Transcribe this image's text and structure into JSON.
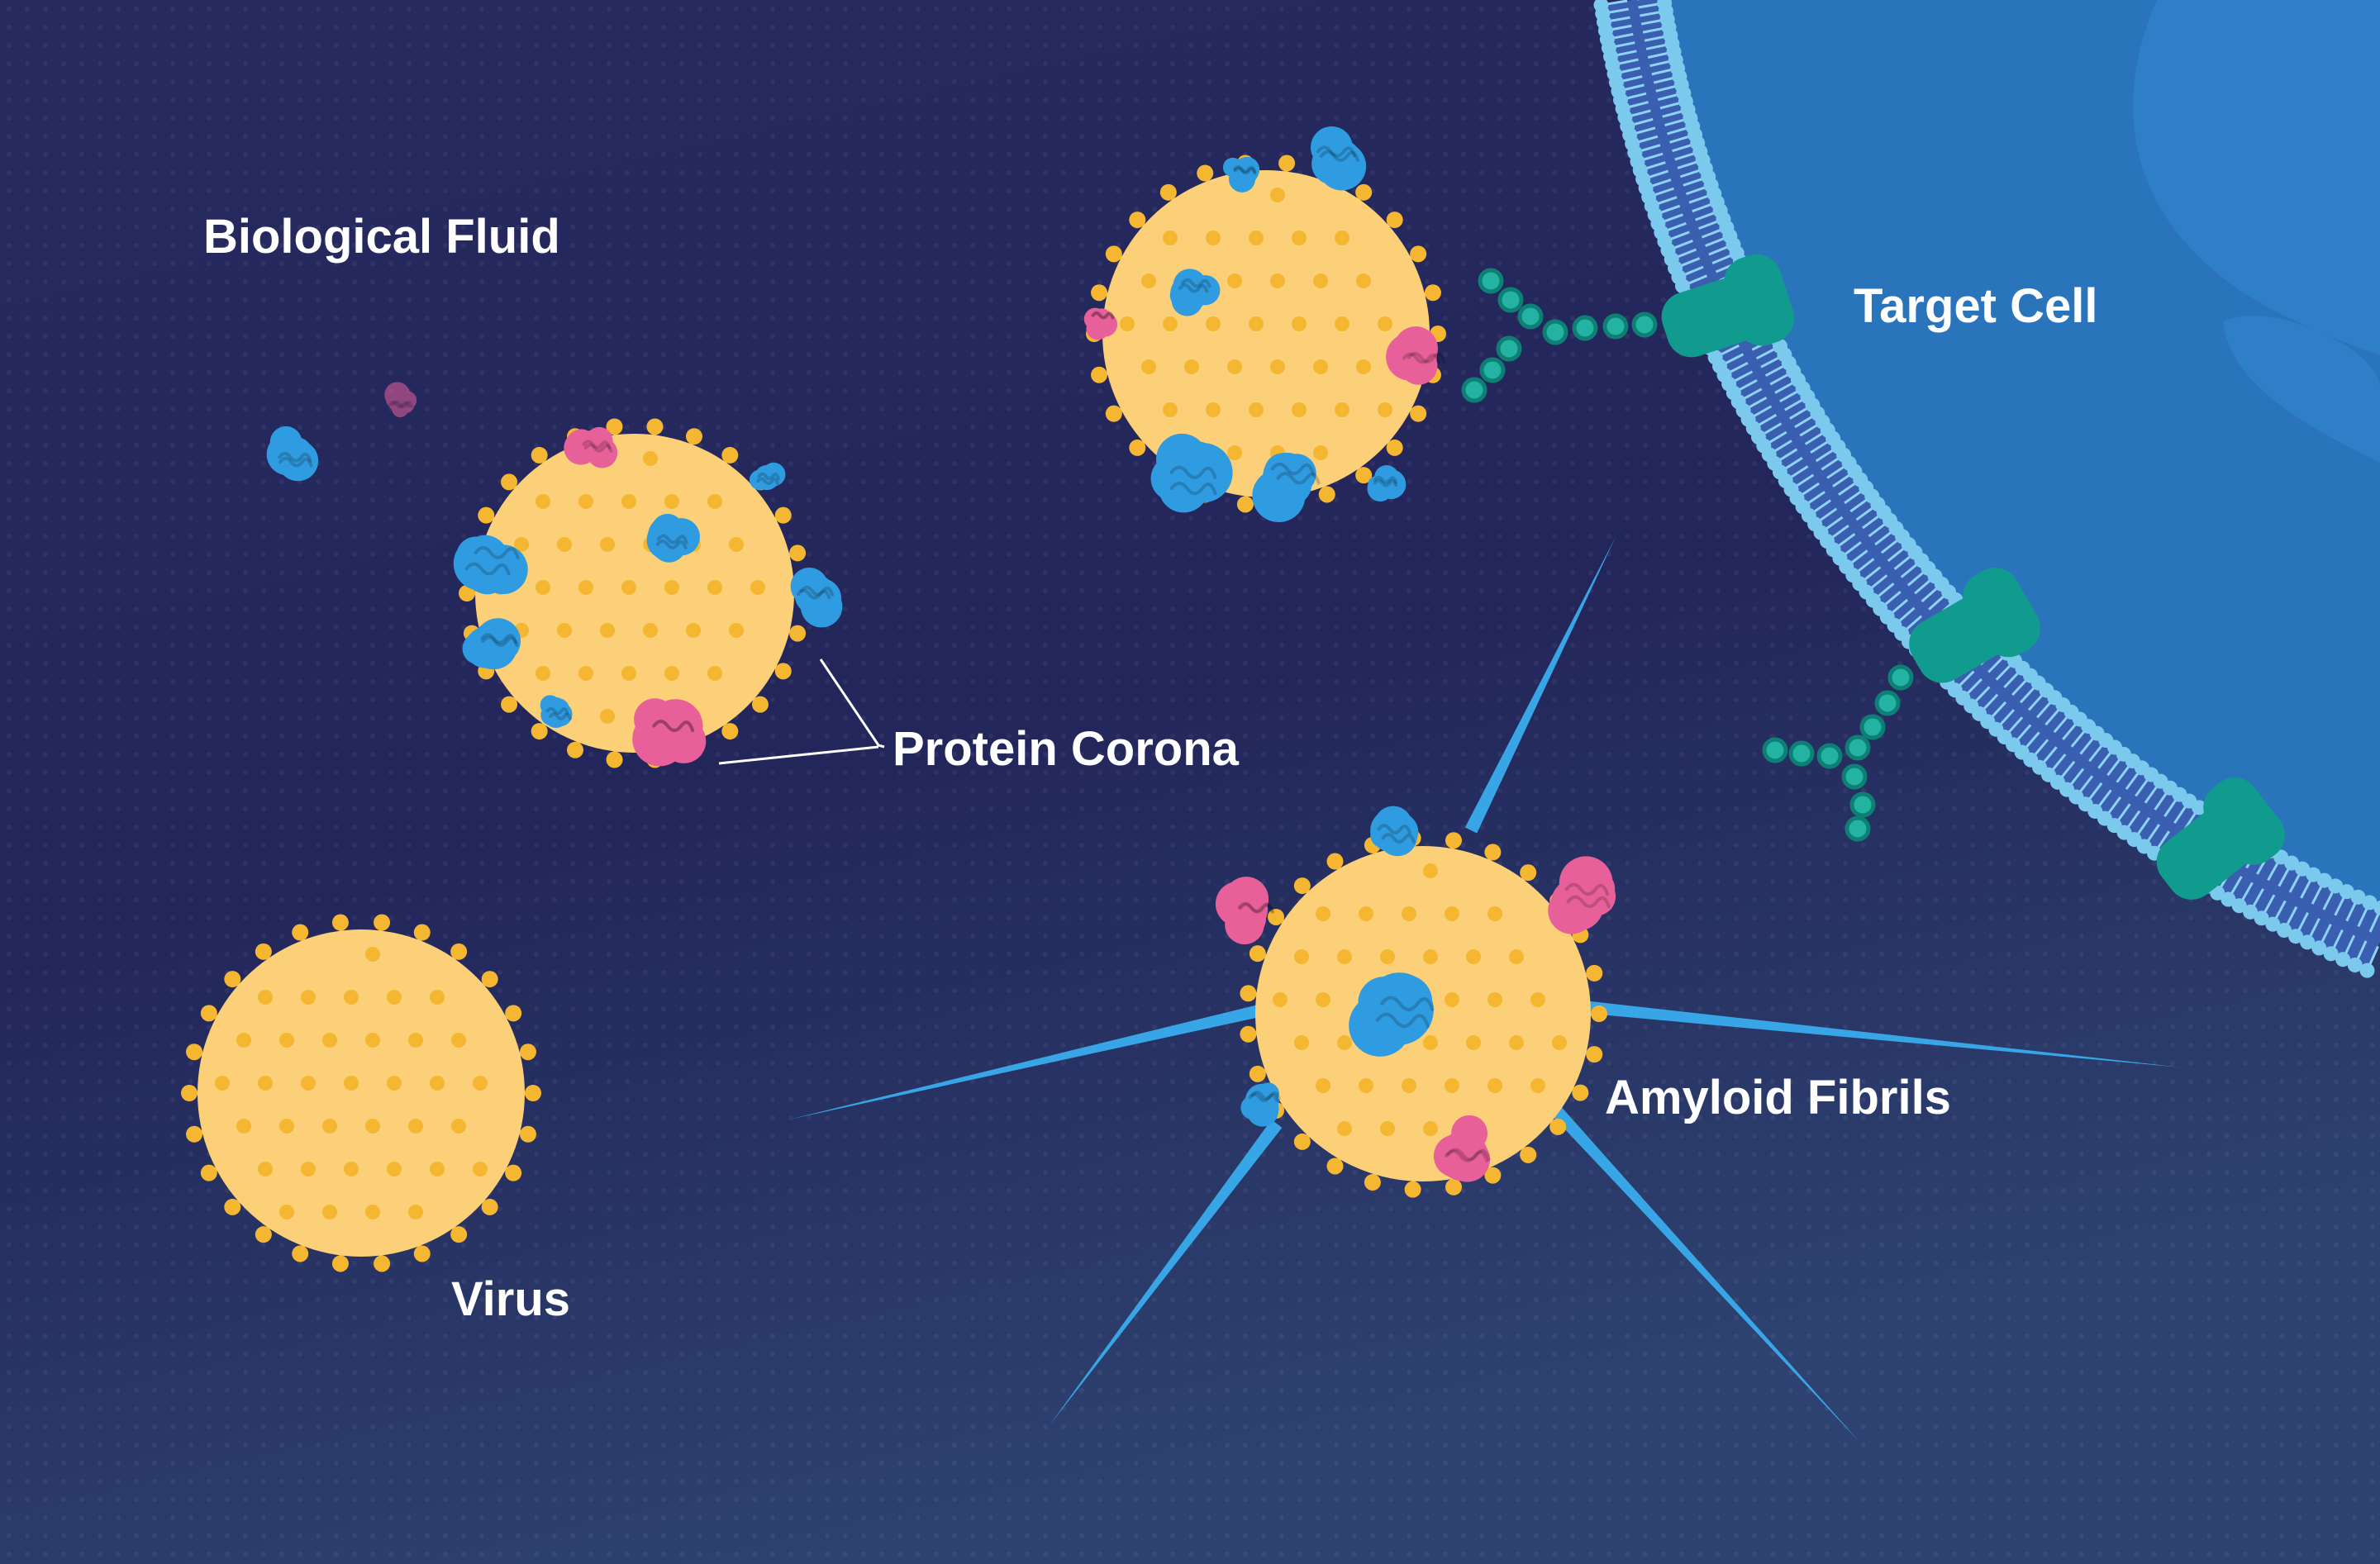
{
  "labels": {
    "biological_fluid": "Biological Fluid",
    "protein_corona": "Protein Corona",
    "virus": "Virus",
    "amyloid_fibrils": "Amyloid Fibrils",
    "target_cell": "Target Cell"
  },
  "colors": {
    "background_top": "#232556",
    "background_bottom": "#2e4472",
    "virus_body": "#fbd078",
    "virus_spike": "#f5b731",
    "protein_blue": "#2f9be0",
    "protein_pink": "#e8609a",
    "cell_interior": "#2a74bc",
    "membrane": "#7cc9ee",
    "receptor": "#119a8e",
    "fibril": "#38a6e6",
    "label_text": "#ffffff"
  },
  "icons": [
    "virus-particle",
    "protein-blob",
    "membrane-receptor",
    "antibody",
    "amyloid-fibril"
  ]
}
